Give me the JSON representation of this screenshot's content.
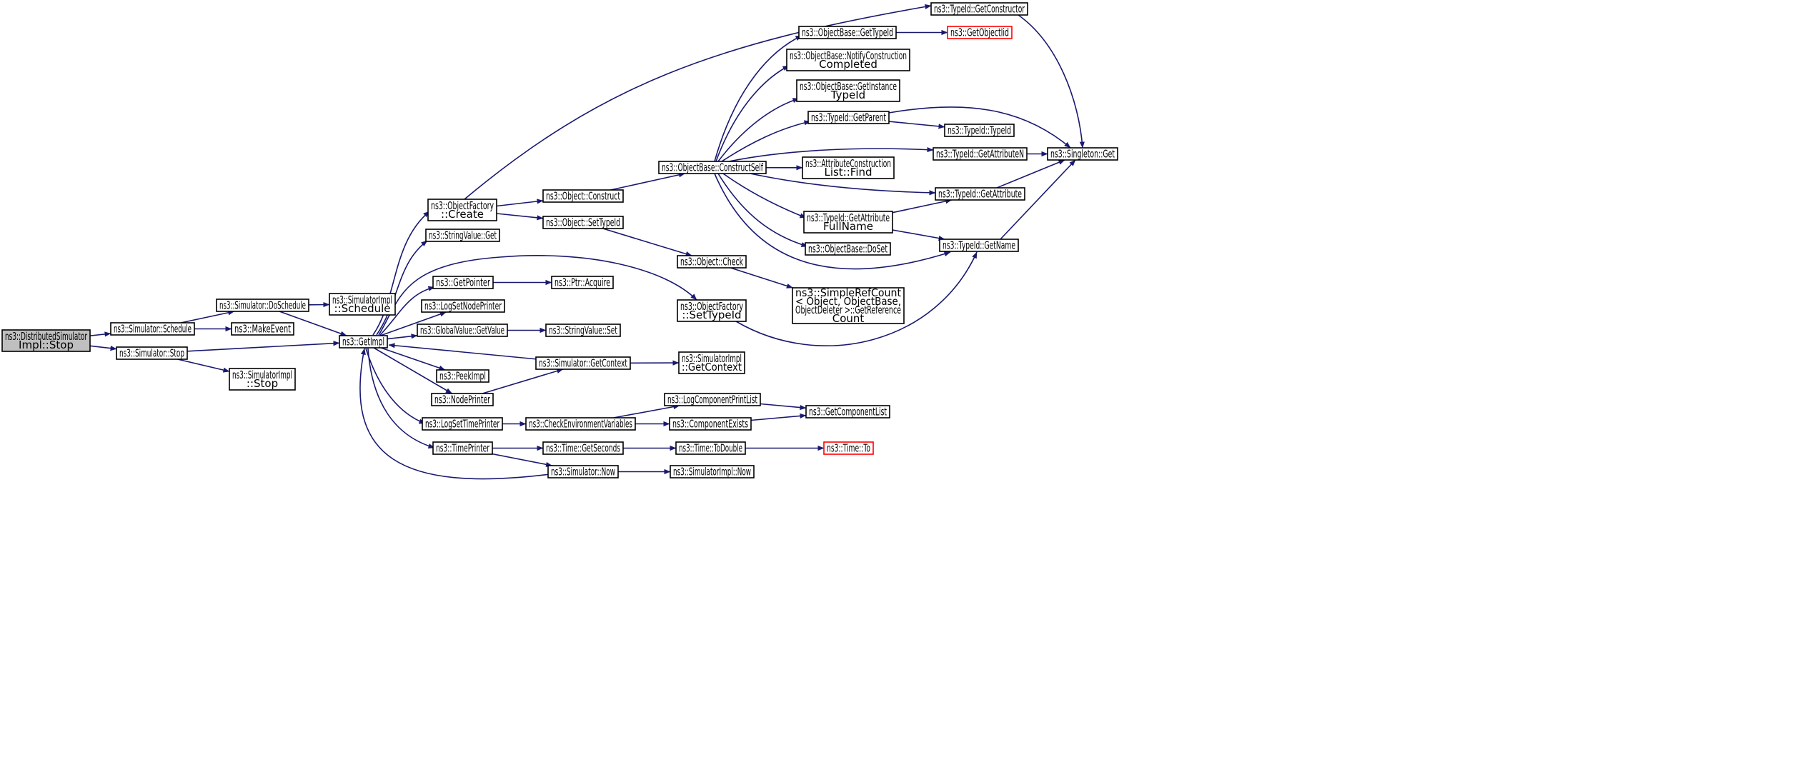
{
  "diagram": {
    "colors": {
      "edge": "#191970",
      "node_border": "#000000",
      "node_fill": "#ffffff",
      "root_fill": "#bfbfbf",
      "external_border": "#ff0000"
    },
    "nodes": [
      {
        "id": "root",
        "lines": [
          "ns3::DistributedSimulator",
          "Impl::Stop"
        ],
        "root": true
      },
      {
        "id": "sim_schedule",
        "lines": [
          "ns3::Simulator::Schedule"
        ]
      },
      {
        "id": "sim_stop",
        "lines": [
          "ns3::Simulator::Stop"
        ]
      },
      {
        "id": "sim_doschedule",
        "lines": [
          "ns3::Simulator::DoSchedule"
        ]
      },
      {
        "id": "makeevent",
        "lines": [
          "ns3::MakeEvent"
        ]
      },
      {
        "id": "simimpl_stop",
        "lines": [
          "ns3::SimulatorImpl",
          "::Stop"
        ]
      },
      {
        "id": "simimpl_schedule",
        "lines": [
          "ns3::SimulatorImpl",
          "::Schedule"
        ]
      },
      {
        "id": "getimpl",
        "lines": [
          "ns3::GetImpl"
        ]
      },
      {
        "id": "of_create",
        "lines": [
          "ns3::ObjectFactory",
          "::Create"
        ]
      },
      {
        "id": "stringvalue_get",
        "lines": [
          "ns3::StringValue::Get"
        ]
      },
      {
        "id": "getpointer",
        "lines": [
          "ns3::GetPointer"
        ]
      },
      {
        "id": "logsetnodeprinter",
        "lines": [
          "ns3::LogSetNodePrinter"
        ]
      },
      {
        "id": "globalvalue_getvalue",
        "lines": [
          "ns3::GlobalValue::GetValue"
        ]
      },
      {
        "id": "peekimpl",
        "lines": [
          "ns3::PeekImpl"
        ]
      },
      {
        "id": "nodeprinter",
        "lines": [
          "ns3::NodePrinter"
        ]
      },
      {
        "id": "logsettimeprinter",
        "lines": [
          "ns3::LogSetTimePrinter"
        ]
      },
      {
        "id": "timeprinter",
        "lines": [
          "ns3::TimePrinter"
        ]
      },
      {
        "id": "object_construct",
        "lines": [
          "ns3::Object::Construct"
        ]
      },
      {
        "id": "object_settypeid",
        "lines": [
          "ns3::Object::SetTypeId"
        ]
      },
      {
        "id": "ptr_acquire",
        "lines": [
          "ns3::Ptr::Acquire"
        ]
      },
      {
        "id": "stringvalue_set",
        "lines": [
          "ns3::StringValue::Set"
        ]
      },
      {
        "id": "sim_getcontext",
        "lines": [
          "ns3::Simulator::GetContext"
        ]
      },
      {
        "id": "checkenv",
        "lines": [
          "ns3::CheckEnvironmentVariables"
        ]
      },
      {
        "id": "time_getseconds",
        "lines": [
          "ns3::Time::GetSeconds"
        ]
      },
      {
        "id": "sim_now",
        "lines": [
          "ns3::Simulator::Now"
        ]
      },
      {
        "id": "ob_constructself",
        "lines": [
          "ns3::ObjectBase::ConstructSelf"
        ]
      },
      {
        "id": "object_check",
        "lines": [
          "ns3::Object::Check"
        ]
      },
      {
        "id": "of_settypeid",
        "lines": [
          "ns3::ObjectFactory",
          "::SetTypeId"
        ]
      },
      {
        "id": "simimpl_getcontext",
        "lines": [
          "ns3::SimulatorImpl",
          "::GetContext"
        ]
      },
      {
        "id": "logcomponentprintlist",
        "lines": [
          "ns3::LogComponentPrintList"
        ]
      },
      {
        "id": "componentexists",
        "lines": [
          "ns3::ComponentExists"
        ]
      },
      {
        "id": "time_todouble",
        "lines": [
          "ns3::Time::ToDouble"
        ]
      },
      {
        "id": "simimpl_now",
        "lines": [
          "ns3::SimulatorImpl::Now"
        ]
      },
      {
        "id": "ob_gettypeid",
        "lines": [
          "ns3::ObjectBase::GetTypeId"
        ]
      },
      {
        "id": "ob_notifyconstruction",
        "lines": [
          "ns3::ObjectBase::NotifyConstruction",
          "Completed"
        ]
      },
      {
        "id": "ob_getinstancetypeid",
        "lines": [
          "ns3::ObjectBase::GetInstance",
          "TypeId"
        ]
      },
      {
        "id": "typeid_getparent",
        "lines": [
          "ns3::TypeId::GetParent"
        ]
      },
      {
        "id": "attrconstructionlist_find",
        "lines": [
          "ns3::AttributeConstruction",
          "List::Find"
        ]
      },
      {
        "id": "typeid_getattributefullname",
        "lines": [
          "ns3::TypeId::GetAttribute",
          "FullName"
        ]
      },
      {
        "id": "ob_doset",
        "lines": [
          "ns3::ObjectBase::DoSet"
        ]
      },
      {
        "id": "simplerefcount",
        "lines": [
          "ns3::SimpleRefCount",
          "< Object, ObjectBase,",
          "ObjectDeleter >::GetReference",
          "Count"
        ]
      },
      {
        "id": "getcomponentlist",
        "lines": [
          "ns3::GetComponentList"
        ]
      },
      {
        "id": "time_to",
        "lines": [
          "ns3::Time::To"
        ],
        "external": true
      },
      {
        "id": "typeid_getconstructor",
        "lines": [
          "ns3::TypeId::GetConstructor"
        ]
      },
      {
        "id": "getobjectiid",
        "lines": [
          "ns3::GetObjectIid"
        ],
        "external": true
      },
      {
        "id": "typeid_typeid",
        "lines": [
          "ns3::TypeId::TypeId"
        ]
      },
      {
        "id": "typeid_getattributen",
        "lines": [
          "ns3::TypeId::GetAttributeN"
        ]
      },
      {
        "id": "typeid_getattribute",
        "lines": [
          "ns3::TypeId::GetAttribute"
        ]
      },
      {
        "id": "typeid_getname",
        "lines": [
          "ns3::TypeId::GetName"
        ]
      },
      {
        "id": "singleton_get",
        "lines": [
          "ns3::Singleton::Get"
        ]
      }
    ],
    "edges": [
      [
        "root",
        "sim_schedule"
      ],
      [
        "root",
        "sim_stop"
      ],
      [
        "sim_schedule",
        "sim_doschedule"
      ],
      [
        "sim_schedule",
        "makeevent"
      ],
      [
        "sim_stop",
        "getimpl"
      ],
      [
        "sim_stop",
        "simimpl_stop"
      ],
      [
        "sim_doschedule",
        "simimpl_schedule"
      ],
      [
        "sim_doschedule",
        "getimpl"
      ],
      [
        "getimpl",
        "of_create"
      ],
      [
        "getimpl",
        "stringvalue_get"
      ],
      [
        "getimpl",
        "getpointer"
      ],
      [
        "getimpl",
        "logsetnodeprinter"
      ],
      [
        "getimpl",
        "globalvalue_getvalue"
      ],
      [
        "getimpl",
        "peekimpl"
      ],
      [
        "getimpl",
        "nodeprinter"
      ],
      [
        "getimpl",
        "logsettimeprinter"
      ],
      [
        "getimpl",
        "timeprinter"
      ],
      [
        "getimpl",
        "of_settypeid"
      ],
      [
        "of_create",
        "object_construct"
      ],
      [
        "of_create",
        "object_settypeid"
      ],
      [
        "of_create",
        "typeid_getconstructor"
      ],
      [
        "getpointer",
        "ptr_acquire"
      ],
      [
        "globalvalue_getvalue",
        "stringvalue_set"
      ],
      [
        "nodeprinter",
        "sim_getcontext"
      ],
      [
        "sim_getcontext",
        "getimpl"
      ],
      [
        "sim_getcontext",
        "simimpl_getcontext"
      ],
      [
        "logsettimeprinter",
        "checkenv"
      ],
      [
        "timeprinter",
        "time_getseconds"
      ],
      [
        "timeprinter",
        "sim_now"
      ],
      [
        "sim_now",
        "getimpl"
      ],
      [
        "sim_now",
        "simimpl_now"
      ],
      [
        "object_construct",
        "ob_constructself"
      ],
      [
        "object_settypeid",
        "object_check"
      ],
      [
        "object_check",
        "simplerefcount"
      ],
      [
        "checkenv",
        "logcomponentprintlist"
      ],
      [
        "checkenv",
        "componentexists"
      ],
      [
        "time_getseconds",
        "time_todouble"
      ],
      [
        "time_todouble",
        "time_to"
      ],
      [
        "logcomponentprintlist",
        "getcomponentlist"
      ],
      [
        "componentexists",
        "getcomponentlist"
      ],
      [
        "ob_constructself",
        "ob_gettypeid"
      ],
      [
        "ob_constructself",
        "ob_notifyconstruction"
      ],
      [
        "ob_constructself",
        "ob_getinstancetypeid"
      ],
      [
        "ob_constructself",
        "typeid_getparent"
      ],
      [
        "ob_constructself",
        "attrconstructionlist_find"
      ],
      [
        "ob_constructself",
        "typeid_getattributen"
      ],
      [
        "ob_constructself",
        "typeid_getattribute"
      ],
      [
        "ob_constructself",
        "typeid_getattributefullname"
      ],
      [
        "ob_constructself",
        "ob_doset"
      ],
      [
        "ob_constructself",
        "typeid_getname"
      ],
      [
        "ob_gettypeid",
        "getobjectiid"
      ],
      [
        "typeid_getparent",
        "typeid_typeid"
      ],
      [
        "typeid_getparent",
        "singleton_get"
      ],
      [
        "typeid_getattributefullname",
        "typeid_getattribute"
      ],
      [
        "typeid_getattributefullname",
        "typeid_getname"
      ],
      [
        "of_settypeid",
        "typeid_getname"
      ],
      [
        "typeid_getconstructor",
        "singleton_get"
      ],
      [
        "typeid_getattributen",
        "singleton_get"
      ],
      [
        "typeid_getattribute",
        "singleton_get"
      ],
      [
        "typeid_getname",
        "singleton_get"
      ]
    ]
  }
}
